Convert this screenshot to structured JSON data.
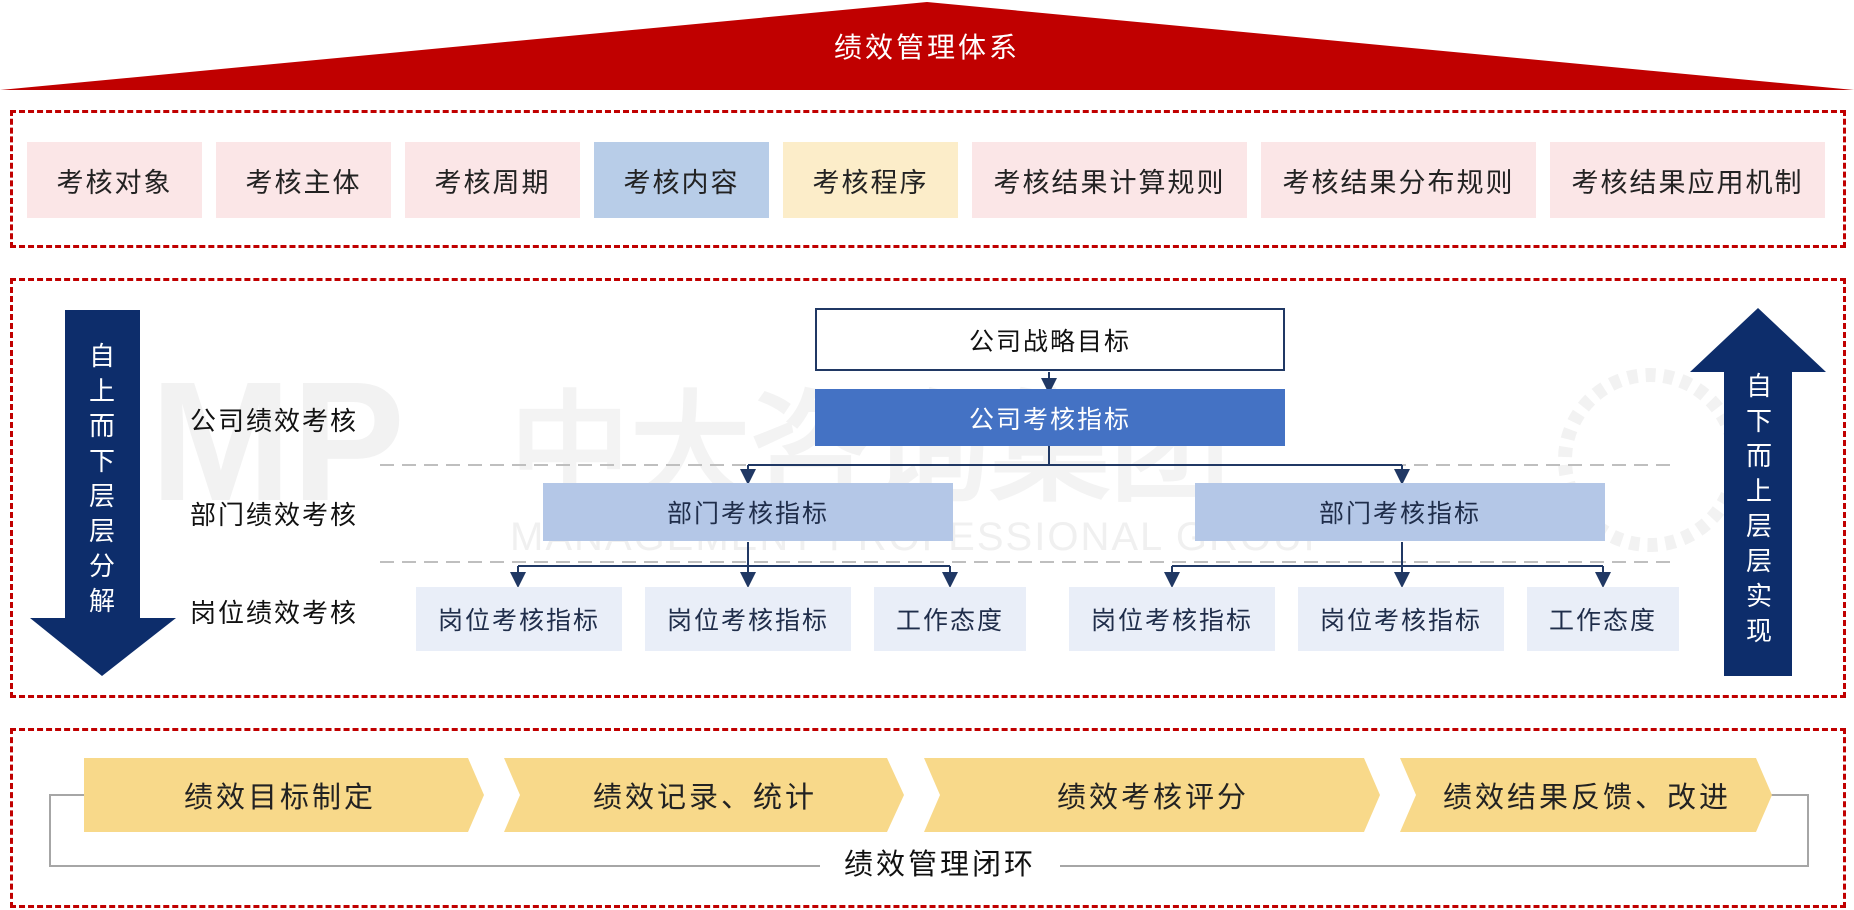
{
  "title": "绩效管理体系",
  "elements": [
    {
      "label": "考核对象",
      "color": "#fbe6e7"
    },
    {
      "label": "考核主体",
      "color": "#fbe6e7"
    },
    {
      "label": "考核周期",
      "color": "#fbe6e7"
    },
    {
      "label": "考核内容",
      "color": "#b8cde8"
    },
    {
      "label": "考核程序",
      "color": "#fcedc9"
    },
    {
      "label": "考核结果计算规则",
      "color": "#fbe6e7"
    },
    {
      "label": "考核结果分布规则",
      "color": "#fbe6e7"
    },
    {
      "label": "考核结果应用机制",
      "color": "#fbe6e7"
    }
  ],
  "left_arrow": "自上而下层层分解",
  "right_arrow": "自下而上层层实现",
  "levels": [
    "公司绩效考核",
    "部门绩效考核",
    "岗位绩效考核"
  ],
  "tree": {
    "strategy": "公司战略目标",
    "company_kpi": "公司考核指标",
    "dept_kpi": "部门考核指标",
    "position_kpi": "岗位考核指标",
    "work_attitude": "工作态度"
  },
  "cycle": {
    "steps": [
      "绩效目标制定",
      "绩效记录、统计",
      "绩效考核评分",
      "绩效结果反馈、改进"
    ],
    "label": "绩效管理闭环"
  },
  "watermark": {
    "logo": "MP",
    "name": "中大咨询集团",
    "english": "MANAGEMENT PROFESSIONAL GROUP"
  },
  "colors": {
    "red": "#c00000",
    "navy": "#0d2d6b",
    "primary_blue": "#4472c4",
    "chevron": "#f8d98a"
  }
}
